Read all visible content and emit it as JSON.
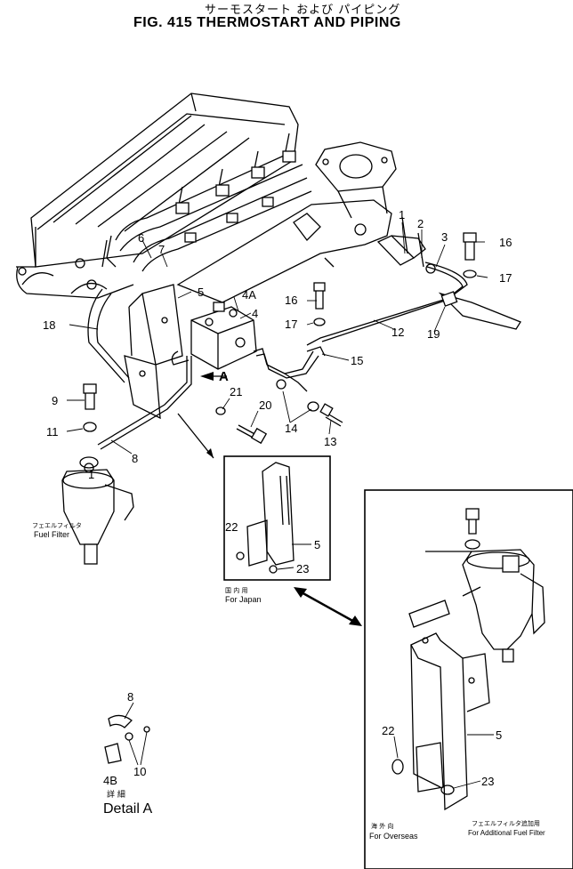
{
  "title": {
    "japanese": "サーモスタート および パイピング",
    "english": "FIG. 415  THERMOSTART AND PIPING"
  },
  "callouts": {
    "c1": "1",
    "c2": "2",
    "c3": "3",
    "c4": "4",
    "c4a": "4A",
    "c5": "5",
    "c6": "6",
    "c7": "7",
    "c8": "8",
    "c9": "9",
    "c11": "11",
    "c12": "12",
    "c13": "13",
    "c14": "14",
    "c15": "15",
    "c16a": "16",
    "c16b": "16",
    "c17a": "17",
    "c17b": "17",
    "c18": "18",
    "c19": "19",
    "c20": "20",
    "c21": "21",
    "arrowA": "A"
  },
  "fuel_filter": {
    "jp": "フェエルフィルタ",
    "en": "Fuel Filter",
    "part1": "1"
  },
  "japan_box": {
    "c5": "5",
    "c22": "22",
    "c23": "23",
    "jp": "国 内 用",
    "en": "For Japan"
  },
  "overseas_box": {
    "c5": "5",
    "c22": "22",
    "c23": "23",
    "jp_left": "海 外 向",
    "en_left": "For Overseas",
    "jp_right": "フェエルフィルタ追加用",
    "en_right": "For Additional Fuel Filter"
  },
  "detail_a": {
    "c8": "8",
    "c10": "10",
    "c4b": "4B",
    "jp": "詳 細",
    "label": "Detail  A"
  }
}
